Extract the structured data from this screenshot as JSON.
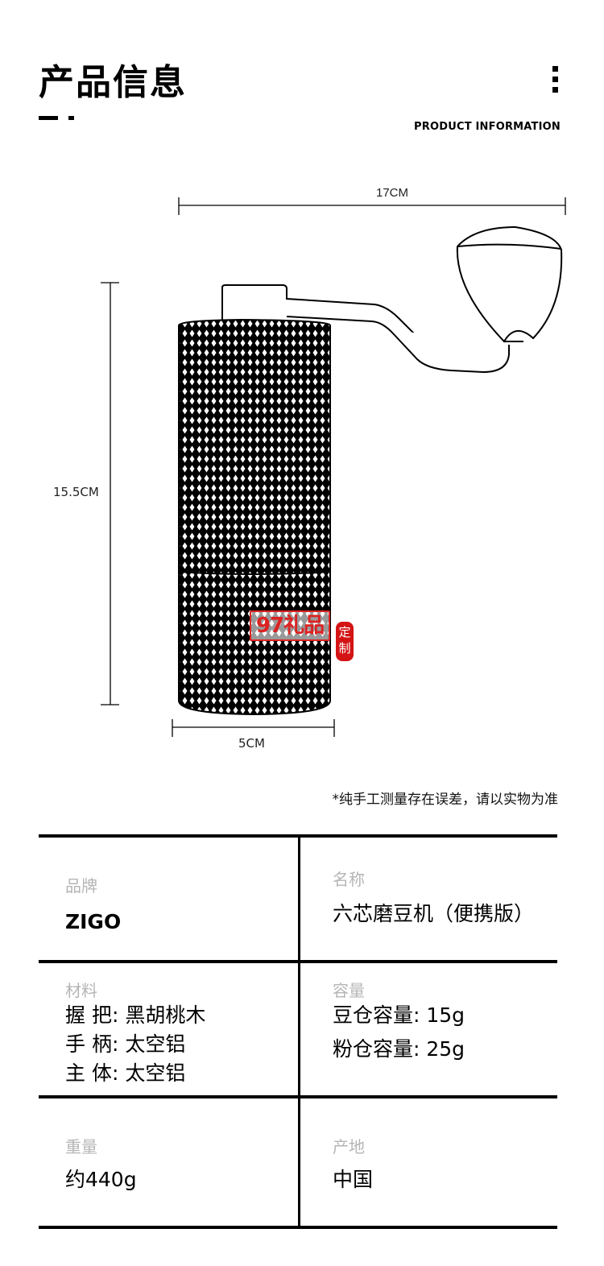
{
  "header": {
    "title": "产品信息",
    "subtitle": "PRODUCT INFORMATION",
    "menu_icon": "vertical-dots-icon"
  },
  "diagram": {
    "width_label": "17CM",
    "height_label": "15.5CM",
    "base_label": "5CM",
    "subject": "hand coffee grinder",
    "watermark": {
      "text": "97礼品",
      "seal": "定制",
      "color": "#d22222"
    }
  },
  "note": "*纯手工测量存在误差，请以实物为准",
  "specs": {
    "brand": {
      "label": "品牌",
      "value": "ZIGO"
    },
    "name": {
      "label": "名称",
      "value": "六芯磨豆机（便携版）"
    },
    "material": {
      "label": "材料",
      "lines": [
        "握 把: 黑胡桃木",
        "手 柄: 太空铝",
        "主 体: 太空铝"
      ]
    },
    "capacity": {
      "label": "容量",
      "lines": [
        "豆仓容量: 15g",
        "粉仓容量: 25g"
      ]
    },
    "weight": {
      "label": "重量",
      "value": "约440g"
    },
    "origin": {
      "label": "产地",
      "value": "中国"
    }
  },
  "colors": {
    "label_gray": "#b5b5b5",
    "line": "#000000"
  }
}
